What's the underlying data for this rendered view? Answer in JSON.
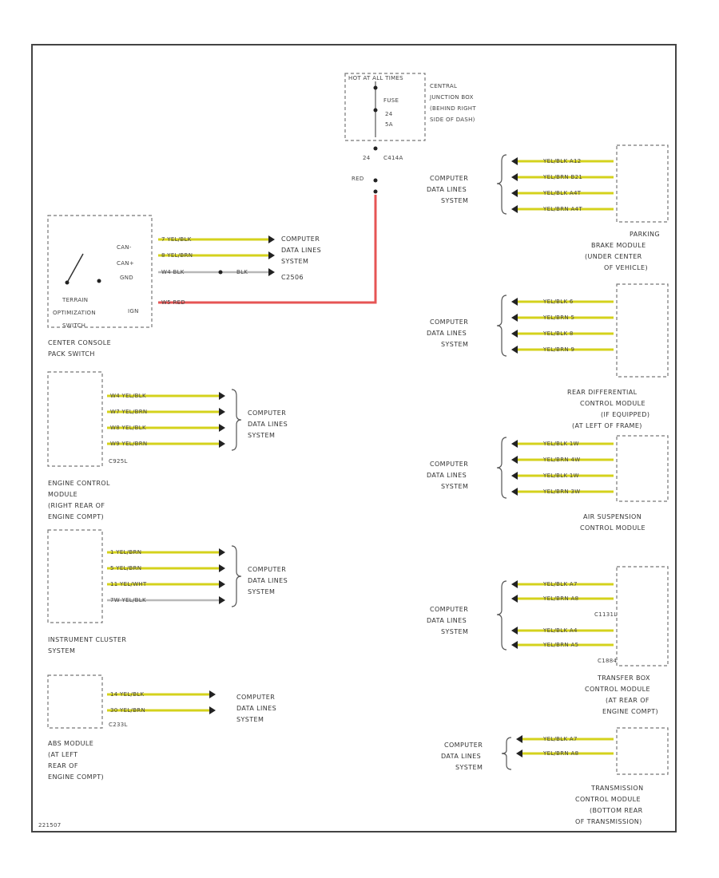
{
  "diagram": {
    "central_junction_box": {
      "header": "HOT AT ALL TIMES",
      "fuse_label": "FUSE",
      "fuse_number": "24",
      "fuse_amps": "5A",
      "location_lines": [
        "CENTRAL",
        "JUNCTION BOX",
        "(BEHIND RIGHT",
        "SIDE OF DASH)"
      ],
      "connector_pin": "24",
      "connector_id": "C414A",
      "wire_color": "RED"
    },
    "terrain_switch": {
      "pins": [
        "CAN-",
        "CAN+",
        "GND",
        "IGN"
      ],
      "wires": [
        "7  YEL/BLK",
        "8  YEL/BRN",
        "W4  BLK",
        "W5  RED"
      ],
      "ground_text": "BLK",
      "ground_connector": "C2506",
      "switch_name": [
        "TERRAIN",
        "OPTIMIZATION",
        "SWITCH"
      ],
      "location": [
        "CENTER CONSOLE",
        "PACK SWITCH"
      ],
      "dest": [
        "COMPUTER",
        "DATA LINES",
        "SYSTEM"
      ]
    },
    "engine_control_module": {
      "wires": [
        "W4  YEL/BLK",
        "W7  YEL/BRN",
        "W8  YEL/BLK",
        "W9  YEL/BRN"
      ],
      "connector": "C925L",
      "location": [
        "ENGINE CONTROL",
        "MODULE",
        "(RIGHT REAR OF",
        "ENGINE COMPT)"
      ],
      "dest": [
        "COMPUTER",
        "DATA LINES",
        "SYSTEM"
      ]
    },
    "instrument_cluster": {
      "wires": [
        "1  YEL/BRN",
        "5  YEL/BRN",
        "11  YEL/WHT",
        "7W  YEL/BLK"
      ],
      "location": [
        "INSTRUMENT CLUSTER",
        "SYSTEM"
      ],
      "dest": [
        "COMPUTER",
        "DATA LINES",
        "SYSTEM"
      ]
    },
    "abs_module": {
      "wires": [
        "14  YEL/BLK",
        "30  YEL/BRN"
      ],
      "connector": "C233L",
      "location": [
        "ABS MODULE",
        "(AT LEFT",
        "REAR OF",
        "ENGINE COMPT)"
      ],
      "dest": [
        "COMPUTER",
        "DATA LINES",
        "SYSTEM"
      ]
    },
    "parking_brake_module": {
      "wires": [
        "YEL/BLK  A12",
        "YEL/BRN  B21",
        "YEL/BLK  A4T",
        "YEL/BRN  A4T"
      ],
      "location": [
        "PARKING",
        "BRAKE MODULE",
        "(UNDER CENTER",
        "OF VEHICLE)"
      ],
      "dest": [
        "COMPUTER",
        "DATA LINES",
        "SYSTEM"
      ]
    },
    "rear_differential_module": {
      "wires": [
        "YEL/BLK  6",
        "YEL/BRN  5",
        "YEL/BLK  8",
        "YEL/BRN  9"
      ],
      "location": [
        "REAR DIFFERENTIAL",
        "CONTROL MODULE",
        "(IF EQUIPPED)",
        "(AT LEFT OF FRAME)"
      ],
      "dest": [
        "COMPUTER",
        "DATA LINES",
        "SYSTEM"
      ]
    },
    "air_suspension_module": {
      "wires": [
        "YEL/BLK  1W",
        "YEL/BRN  4W",
        "YEL/BLK  1W",
        "YEL/BRN  3W"
      ],
      "location": [
        "AIR SUSPENSION",
        "CONTROL MODULE"
      ],
      "dest": [
        "COMPUTER",
        "DATA LINES",
        "SYSTEM"
      ]
    },
    "transfer_box_module": {
      "wires": [
        "YEL/BLK  A7",
        "YEL/BRN  A8",
        "YEL/BLK  A4",
        "YEL/BRN  A5"
      ],
      "connector_top": "C1131L",
      "connector_bottom": "C1884",
      "location": [
        "TRANSFER BOX",
        "CONTROL MODULE",
        "(AT REAR OF",
        "ENGINE COMPT)"
      ],
      "dest": [
        "COMPUTER",
        "DATA LINES",
        "SYSTEM"
      ]
    },
    "transmission_module": {
      "wires": [
        "YEL/BLK  A7",
        "YEL/BRN  A8"
      ],
      "location": [
        "TRANSMISSION",
        "CONTROL MODULE",
        "(BOTTOM REAR",
        "OF TRANSMISSION)"
      ],
      "dest": [
        "COMPUTER",
        "DATA LINES",
        "SYSTEM"
      ]
    },
    "footer_id": "221507"
  }
}
